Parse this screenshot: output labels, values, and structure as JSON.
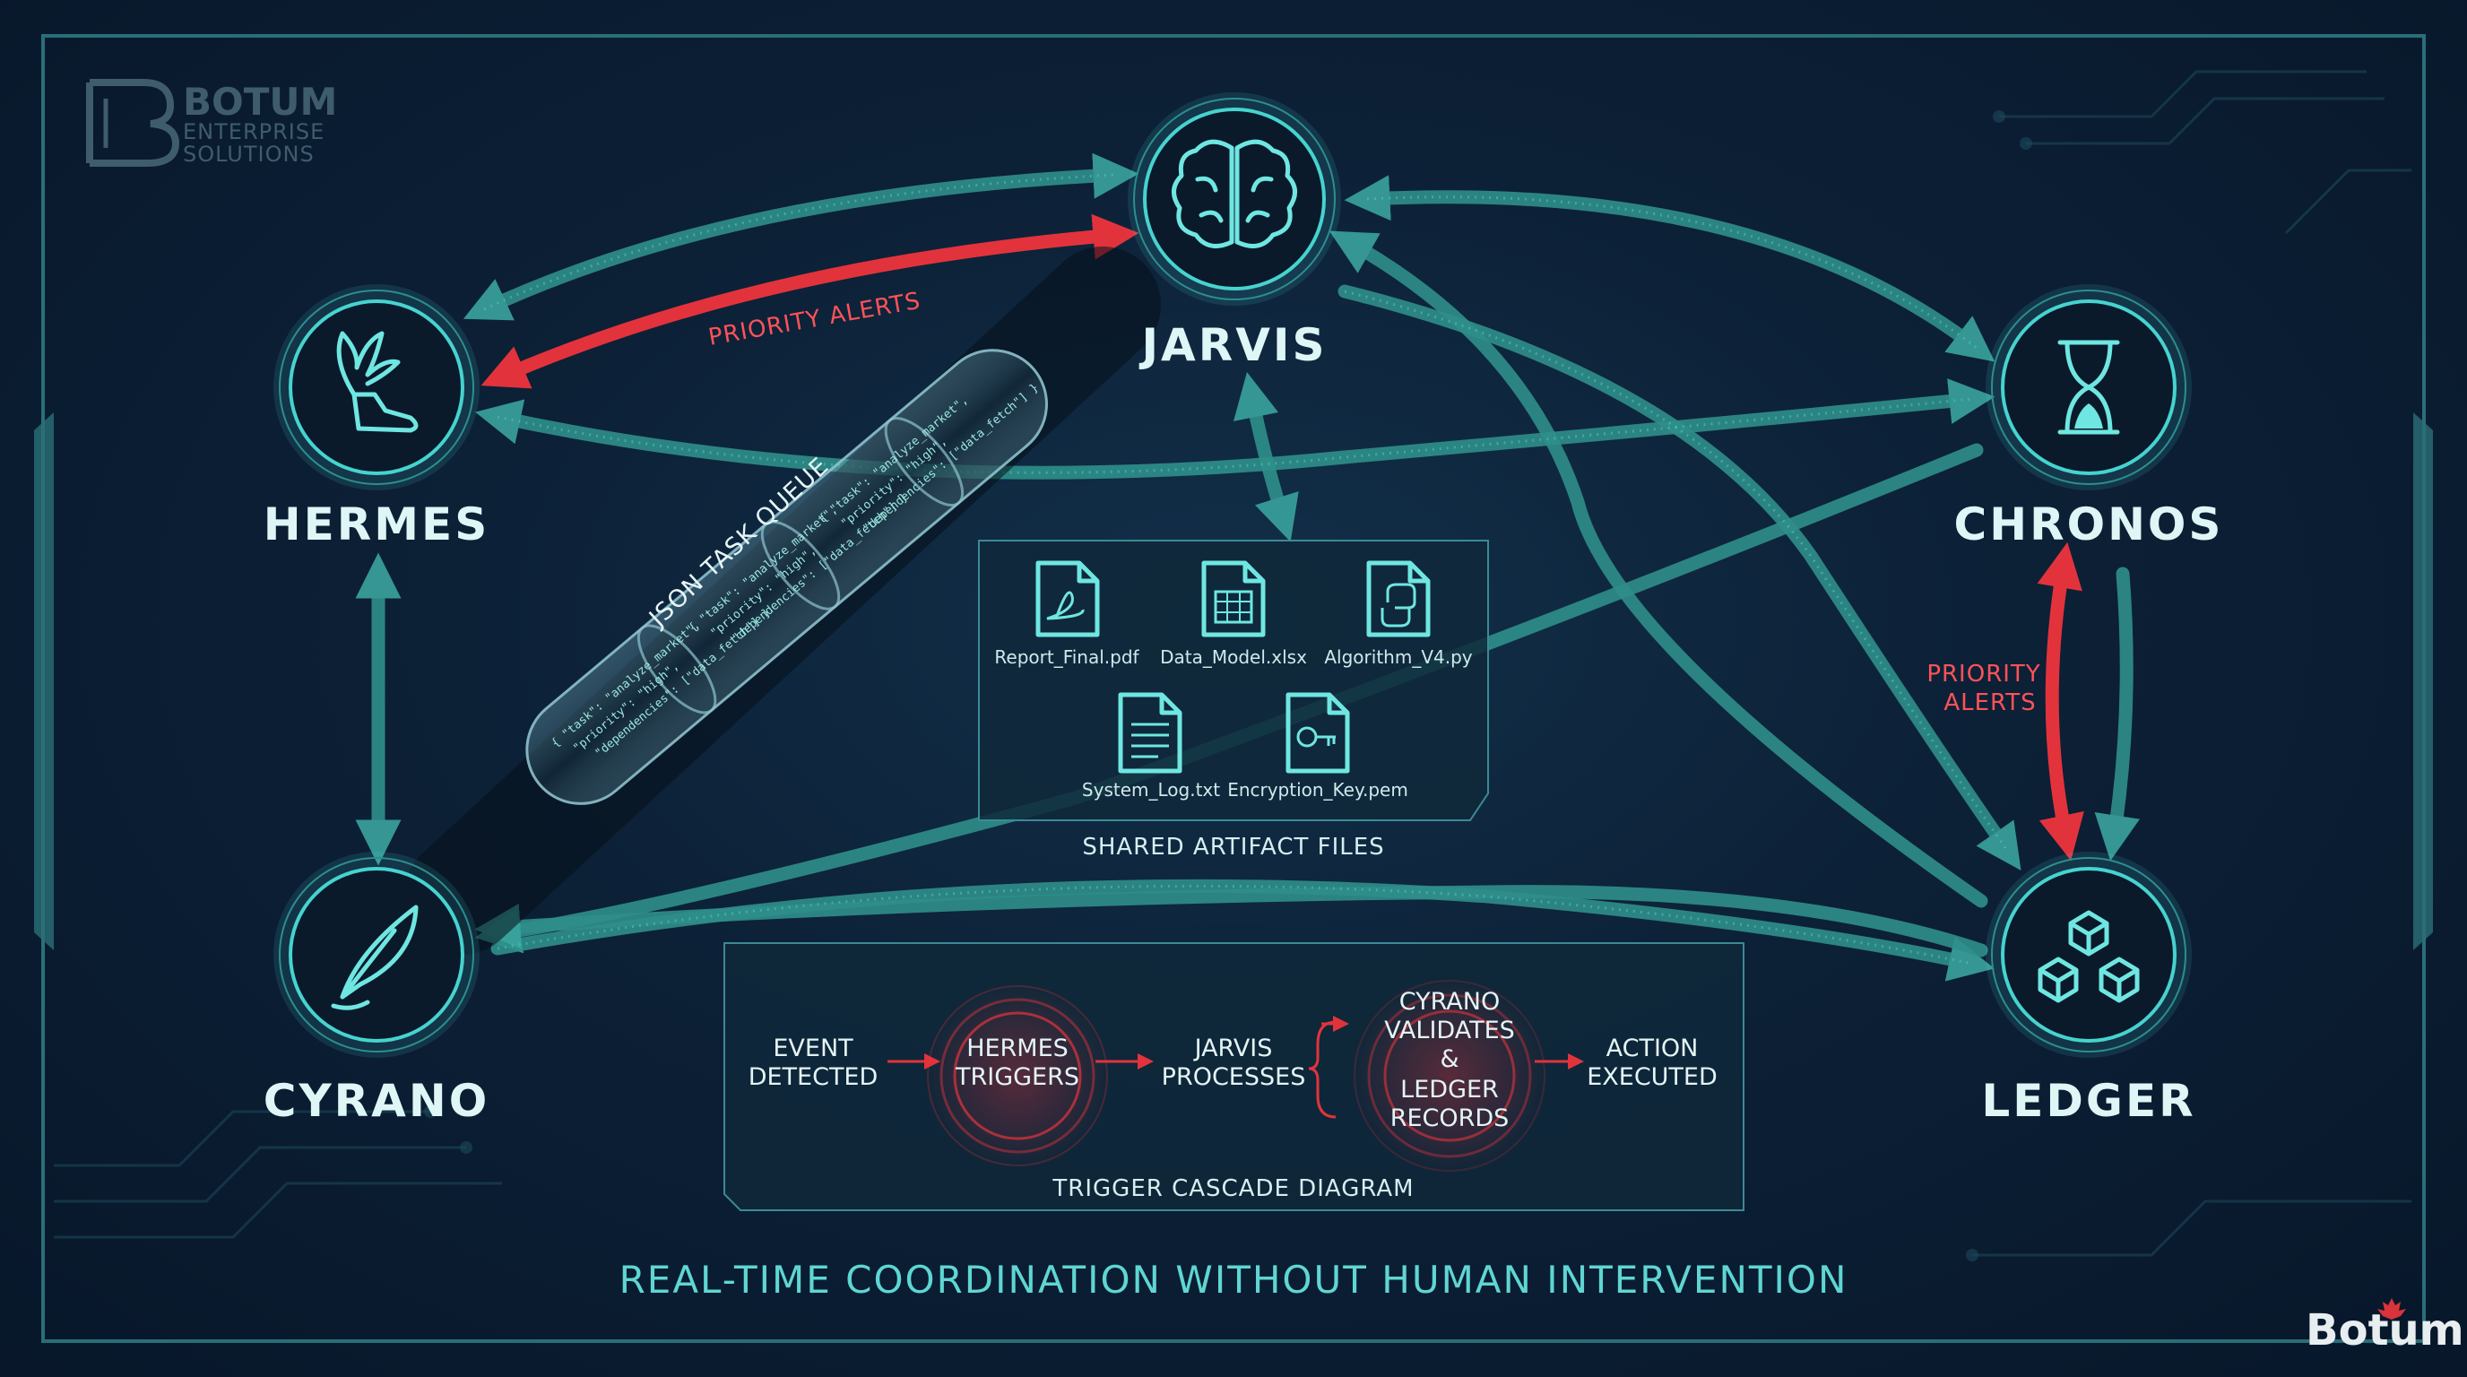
{
  "brand": {
    "logo_letter": "B",
    "name": "BOTUM",
    "line2": "ENTERPRISE",
    "line3": "SOLUTIONS",
    "corner_name": "Botum"
  },
  "agents": {
    "jarvis": {
      "label": "JARVIS",
      "icon": "brain-icon"
    },
    "hermes": {
      "label": "HERMES",
      "icon": "winged-shoe-icon"
    },
    "chronos": {
      "label": "CHRONOS",
      "icon": "hourglass-icon"
    },
    "cyrano": {
      "label": "CYRANO",
      "icon": "quill-icon"
    },
    "ledger": {
      "label": "LEDGER",
      "icon": "cubes-icon"
    }
  },
  "alerts": {
    "top_label": "PRIORITY ALERTS",
    "right_label_line1": "PRIORITY",
    "right_label_line2": "ALERTS"
  },
  "queue": {
    "label": "JSON TASK QUEUE",
    "snippet1": "{ \"task\": \"analyze_market\",",
    "snippet2": "\"priority\": \"high\",",
    "snippet3": "\"dependencies\": [\"data_fetch\"] }"
  },
  "shared_files": {
    "caption": "SHARED ARTIFACT FILES",
    "files": [
      {
        "name": "Report_Final.pdf",
        "icon": "pdf-file-icon"
      },
      {
        "name": "Data_Model.xlsx",
        "icon": "spreadsheet-file-icon"
      },
      {
        "name": "Algorithm_V4.py",
        "icon": "python-file-icon"
      },
      {
        "name": "System_Log.txt",
        "icon": "text-file-icon"
      },
      {
        "name": "Encryption_Key.pem",
        "icon": "key-file-icon"
      }
    ]
  },
  "cascade": {
    "caption": "TRIGGER CASCADE DIAGRAM",
    "event": {
      "line1": "EVENT",
      "line2": "DETECTED"
    },
    "hermes": {
      "line1": "HERMES",
      "line2": "TRIGGERS"
    },
    "jarvis": {
      "line1": "JARVIS",
      "line2": "PROCESSES"
    },
    "branch": {
      "line1": "CYRANO",
      "line2": "VALIDATES",
      "line3": "&",
      "line4": "LEDGER",
      "line5": "RECORDS"
    },
    "action": {
      "line1": "ACTION",
      "line2": "EXECUTED"
    }
  },
  "headline": "REAL-TIME COORDINATION WITHOUT HUMAN INTERVENTION",
  "colors": {
    "accent": "#46d3d0",
    "link": "#2f8f8a",
    "alert": "#e2333c",
    "background": "#0b1a2b"
  }
}
